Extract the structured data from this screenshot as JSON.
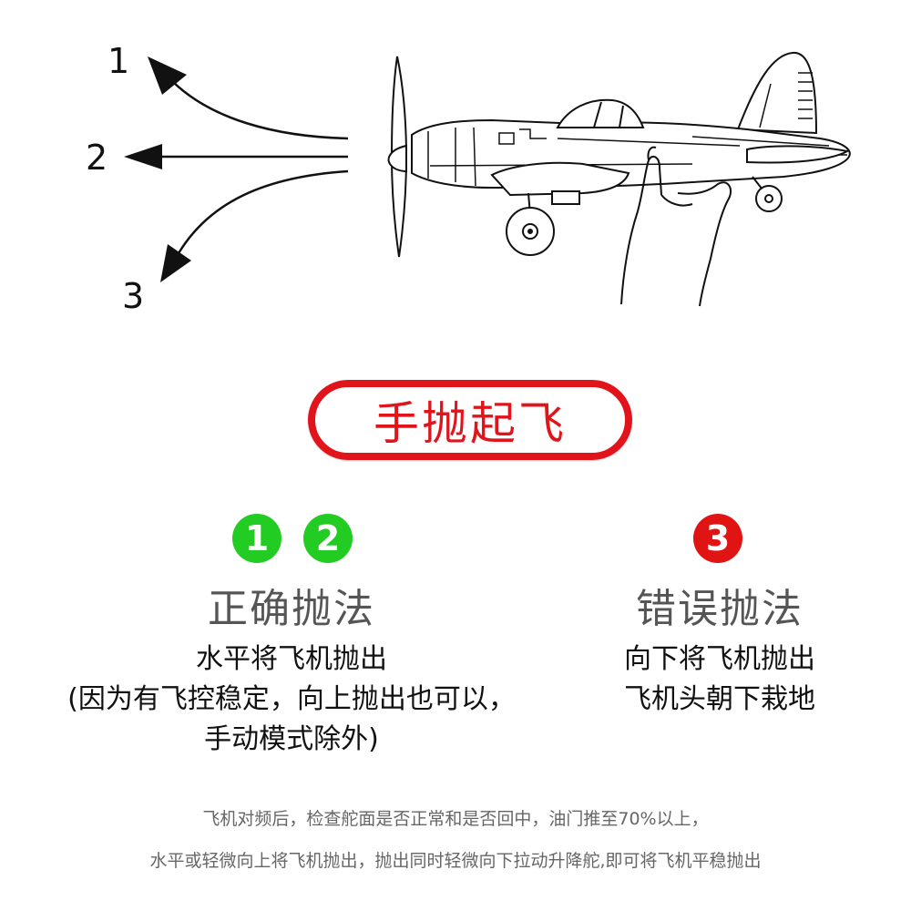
{
  "arrows": [
    {
      "number": "1",
      "meaning": "up"
    },
    {
      "number": "2",
      "meaning": "level"
    },
    {
      "number": "3",
      "meaning": "down"
    }
  ],
  "title": "手抛起飞",
  "correct": {
    "badges": [
      "1",
      "2"
    ],
    "badge_color": "#22cc22",
    "heading": "正确抛法",
    "lines": [
      "水平将飞机抛出",
      "(因为有飞控稳定，向上抛出也可以，",
      "手动模式除外)"
    ]
  },
  "wrong": {
    "badges": [
      "3"
    ],
    "badge_color": "#e11414",
    "heading": "错误抛法",
    "lines": [
      "向下将飞机抛出",
      "飞机头朝下栽地"
    ]
  },
  "notes": [
    "飞机对频后，检查舵面是否正常和是否回中，油门推至70%以上，",
    "水平或轻微向上将飞机抛出，抛出同时轻微向下拉动升降舵,即可将飞机平稳抛出"
  ],
  "colors": {
    "accent_red": "#e1141c",
    "green": "#22cc22",
    "heading_gray": "#555555"
  }
}
